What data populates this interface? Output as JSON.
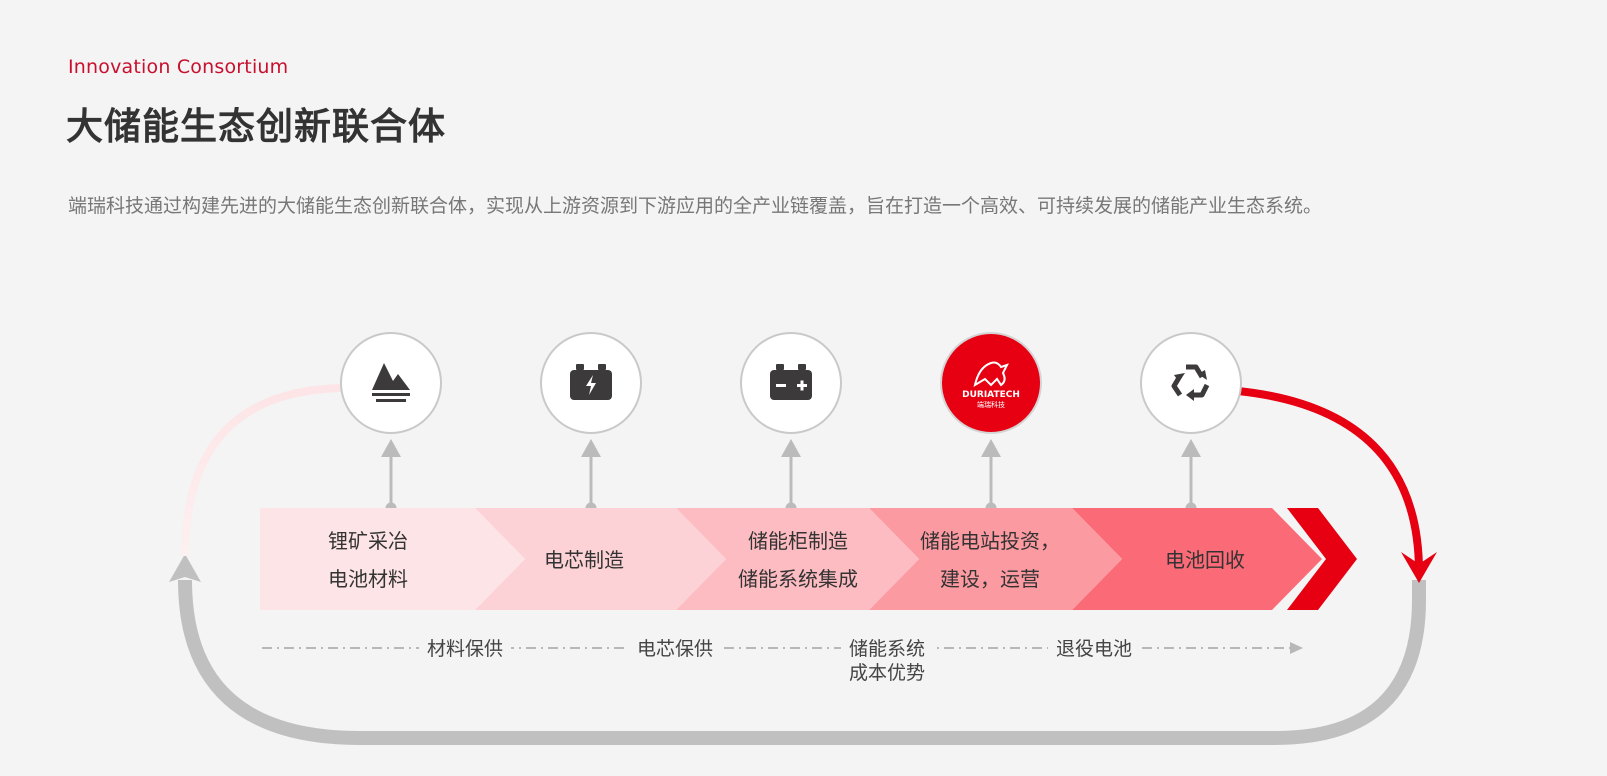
{
  "header": {
    "eyebrow": "Innovation Consortium",
    "title": "大储能生态创新联合体",
    "intro": "端瑞科技通过构建先进的大储能生态创新联合体，实现从上游资源到下游应用的全产业链覆盖，旨在打造一个高效、可持续发展的储能产业生态系统。"
  },
  "nodes": [
    {
      "icon": "mountain-icon",
      "highlight": false
    },
    {
      "icon": "battery-bolt-icon",
      "highlight": false
    },
    {
      "icon": "battery-plus-minus-icon",
      "highlight": false
    },
    {
      "icon": "duriatech-logo-icon",
      "highlight": true,
      "logo_text": "DURIATECH",
      "logo_cn": "端瑞科技"
    },
    {
      "icon": "recycle-icon",
      "highlight": false
    }
  ],
  "stages": [
    {
      "lines": [
        "锂矿采冶",
        "电池材料"
      ],
      "color": "#fde4e6"
    },
    {
      "lines": [
        "电芯制造"
      ],
      "color": "#fdd2d6"
    },
    {
      "lines": [
        "储能柜制造",
        "储能系统集成"
      ],
      "color": "#fdbcc2"
    },
    {
      "lines": [
        "储能电站投资，",
        "建设，运营"
      ],
      "color": "#fc9aa2"
    },
    {
      "lines": [
        "电池回收"
      ],
      "color": "#fb6b77"
    }
  ],
  "advantages": [
    {
      "lines": [
        "材料保供"
      ]
    },
    {
      "lines": [
        "电芯保供"
      ]
    },
    {
      "lines": [
        "储能系统",
        "成本优势"
      ]
    },
    {
      "lines": [
        "退役电池"
      ]
    }
  ],
  "colors": {
    "accent": "#e60012",
    "loop_gray": "#c0c0c0",
    "connector": "#bbbbbb"
  }
}
